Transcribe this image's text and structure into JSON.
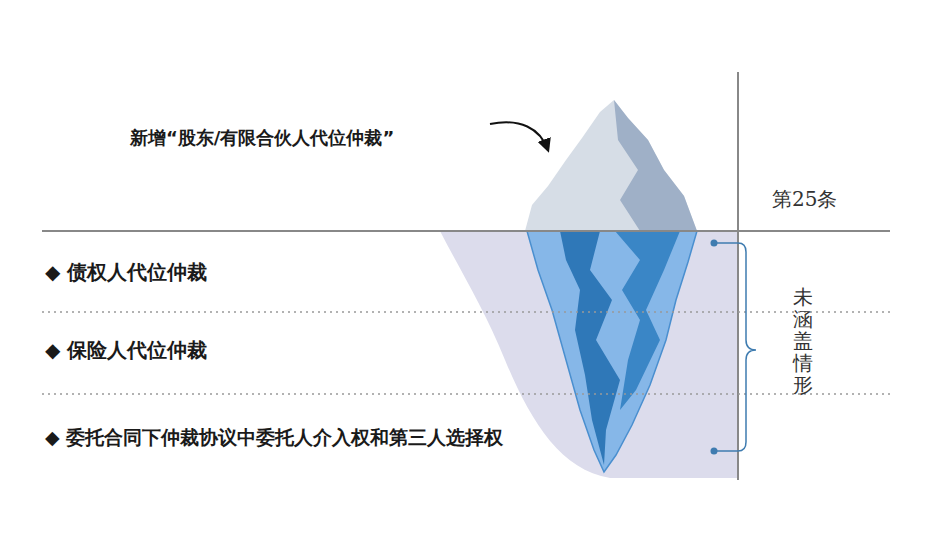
{
  "diagram": {
    "labels": [
      "新增“股东/有限合伙人代位仲裁”",
      "第25条",
      "◆  债权人代位仲裁",
      "◆  保险人代位仲裁",
      "◆ 委托合同下仲裁协议中委托人介入权和第三人选择权",
      "未涵盖情形"
    ]
  }
}
